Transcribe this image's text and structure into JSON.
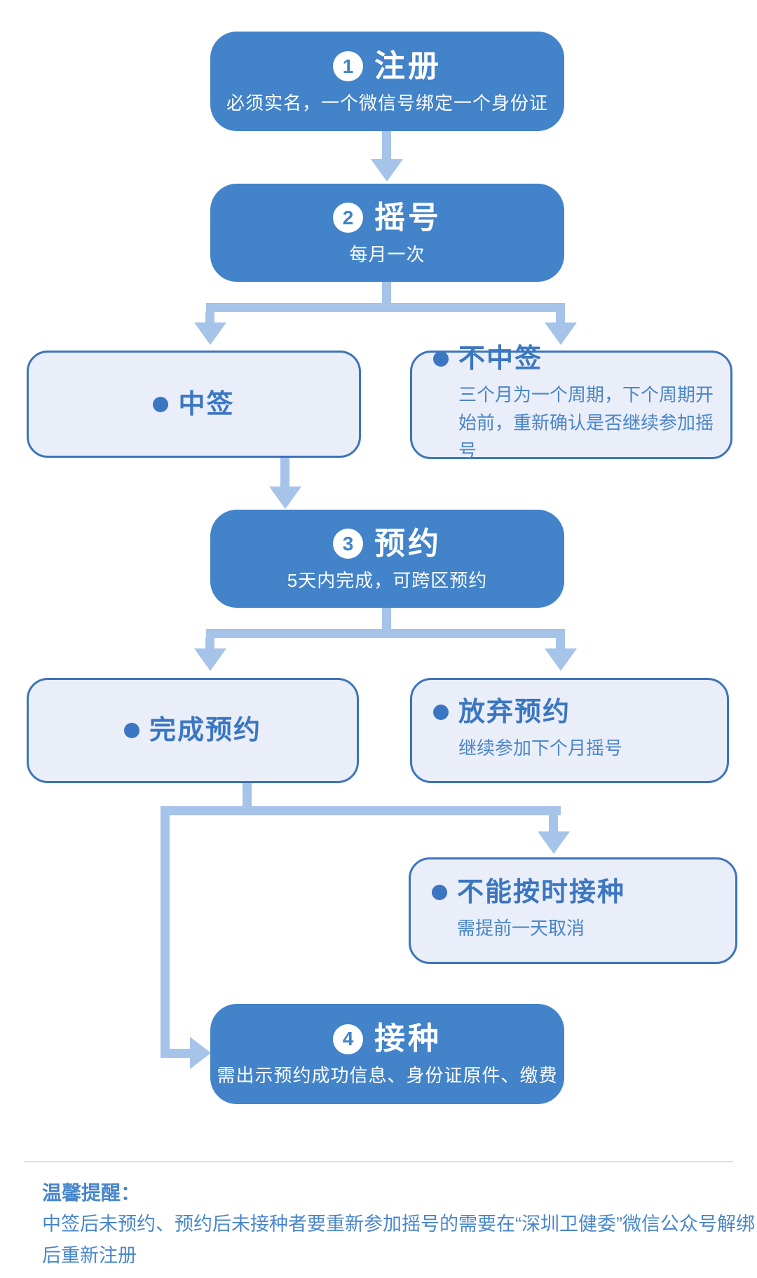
{
  "colors": {
    "box_blue": "#4283c9",
    "box_light_bg": "#e9eef9",
    "box_light_border": "#3d74ba",
    "accent_text": "#3b76c2",
    "subtitle_text": "#4a85c8",
    "connector": "#a6c3e9",
    "note_text": "#4886ca",
    "divider": "#d9dfe9",
    "background": "#ffffff"
  },
  "steps": [
    {
      "number": "1",
      "title": "注册",
      "subtitle": "必须实名，一个微信号绑定一个身份证"
    },
    {
      "number": "2",
      "title": "摇号",
      "subtitle": "每月一次"
    },
    {
      "number": "3",
      "title": "预约",
      "subtitle": "5天内完成，可跨区预约"
    },
    {
      "number": "4",
      "title": "接种",
      "subtitle": "需出示预约成功信息、身份证原件、缴费"
    }
  ],
  "outcomes": {
    "win": {
      "title": "中签"
    },
    "lose": {
      "title": "不中签",
      "subtitle": "三个月为一个周期，下个周期开始前，重新确认是否继续参加摇号"
    },
    "booked": {
      "title": "完成预约"
    },
    "abandon": {
      "title": "放弃预约",
      "subtitle": "继续参加下个月摇号"
    },
    "cannot": {
      "title": "不能按时接种",
      "subtitle": "需提前一天取消"
    }
  },
  "note": {
    "heading": "温馨提醒：",
    "body": "中签后未预约、预约后未接种者要重新参加摇号的需要在“深圳卫健委”微信公众号解绑后重新注册"
  }
}
